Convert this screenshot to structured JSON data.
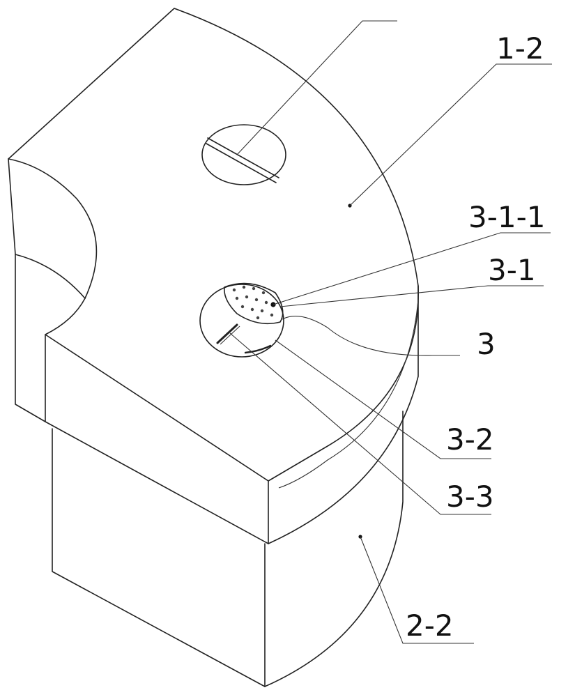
{
  "labels": {
    "screw": "1-2",
    "mesh_dot": "3-1-1",
    "mesh": "3-1",
    "hole": "3",
    "part_3_2": "3-2",
    "part_3_3": "3-3",
    "lower_body": "2-2"
  }
}
